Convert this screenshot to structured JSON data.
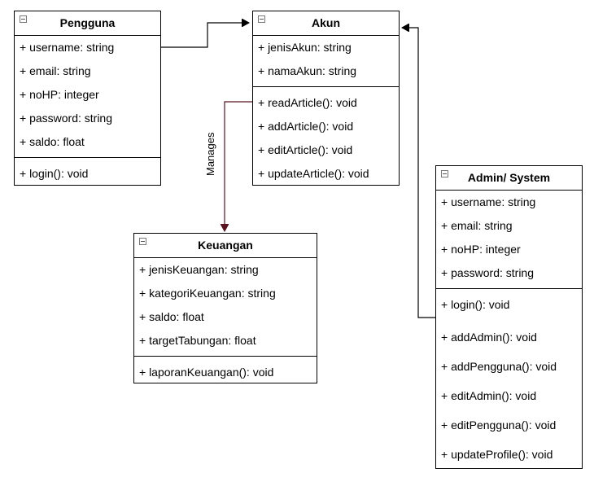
{
  "classes": {
    "pengguna": {
      "title": "Pengguna",
      "attributes": [
        "+ username: string",
        "+ email: string",
        "+ noHP: integer",
        "+ password: string",
        "+ saldo: float"
      ],
      "methods": [
        "+ login(): void"
      ]
    },
    "akun": {
      "title": "Akun",
      "attributes": [
        "+ jenisAkun: string",
        "+ namaAkun: string"
      ],
      "methods": [
        "+ readArticle(): void",
        "+ addArticle(): void",
        "+ editArticle(): void",
        "+ updateArticle(): void"
      ]
    },
    "keuangan": {
      "title": "Keuangan",
      "attributes": [
        "+ jenisKeuangan: string",
        "+ kategoriKeuangan: string",
        "+ saldo: float",
        "+ targetTabungan: float"
      ],
      "methods": [
        "+ laporanKeuangan(): void"
      ]
    },
    "admin": {
      "title": "Admin/ System",
      "attributes": [
        "+ username: string",
        "+ email: string",
        "+ noHP: integer",
        "+ password: string"
      ],
      "methods": [
        "+ login(): void",
        "+ addAdmin(): void",
        "+ addPengguna(): void",
        "+ editAdmin(): void",
        "+ editPengguna(): void",
        "+ updateProfile(): void"
      ]
    }
  },
  "edges": {
    "manages_label": "Manages"
  }
}
